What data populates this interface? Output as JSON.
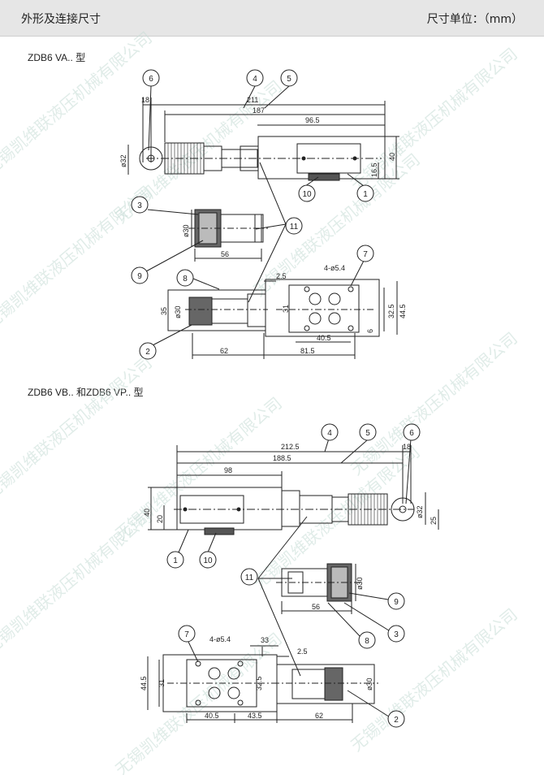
{
  "header": {
    "title": "外形及连接尺寸",
    "unit": "尺寸单位：（mm）"
  },
  "section1": {
    "title": "ZDB6  VA.. 型",
    "dims": {
      "d18": "18",
      "d211": "211",
      "d187": "187",
      "d96_5": "96.5",
      "d40": "40",
      "d16_5": "16.5",
      "dphi32": "ø32",
      "dphi30": "ø30",
      "d56": "56",
      "d2_5": "2.5",
      "holes": "4-ø5.4",
      "d35": "35",
      "dphi30b": "ø30",
      "d31": "31",
      "d32_5": "32.5",
      "d44_5": "44.5",
      "d40_5": "40.5",
      "d6": "6",
      "d62": "62",
      "d81_5": "81.5"
    },
    "balloons": [
      "6",
      "4",
      "5",
      "10",
      "1",
      "3",
      "11",
      "9",
      "8",
      "7",
      "2"
    ]
  },
  "section2": {
    "title": "ZDB6  VB.. 和ZDB6  VP.. 型",
    "dims": {
      "d212_5": "212.5",
      "d188_5": "188.5",
      "d98": "98",
      "d18": "18",
      "d40": "40",
      "d20": "20",
      "dphi32": "ø32",
      "d25": "25",
      "dphi30": "ø30",
      "d56": "56",
      "holes": "4-ø5.4",
      "d33": "33",
      "d2_5": "2.5",
      "d44_5": "44.5",
      "d31": "31",
      "d32_5": "32.5",
      "dphi30b": "ø30",
      "d40_5": "40.5",
      "d43_5": "43.5",
      "d62": "62"
    },
    "balloons": [
      "4",
      "5",
      "6",
      "1",
      "10",
      "11",
      "9",
      "8",
      "3",
      "7",
      "2"
    ]
  },
  "watermark": "无锡凯维联液压机械有限公司"
}
